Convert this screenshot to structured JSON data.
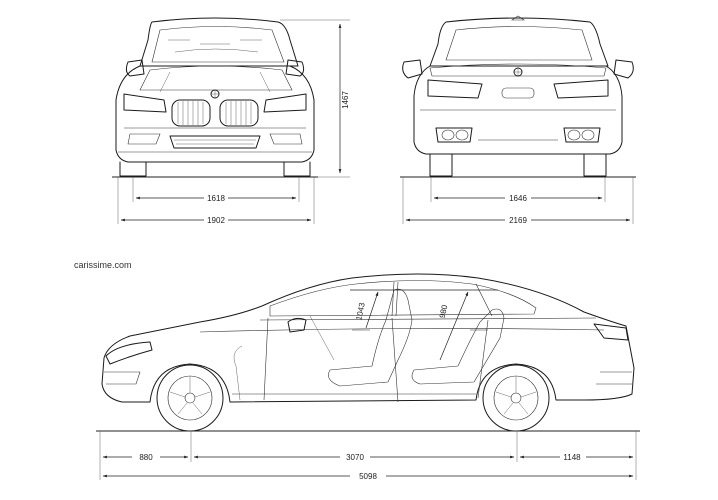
{
  "watermark": "carissime.com",
  "dimensions": {
    "front_track": "1618",
    "width": "1902",
    "height": "1467",
    "rear_track": "1646",
    "width_mirrors": "2169",
    "front_overhang": "880",
    "wheelbase": "3070",
    "rear_overhang": "1148",
    "length": "5098",
    "front_headroom": "1043",
    "rear_headroom": "980"
  }
}
